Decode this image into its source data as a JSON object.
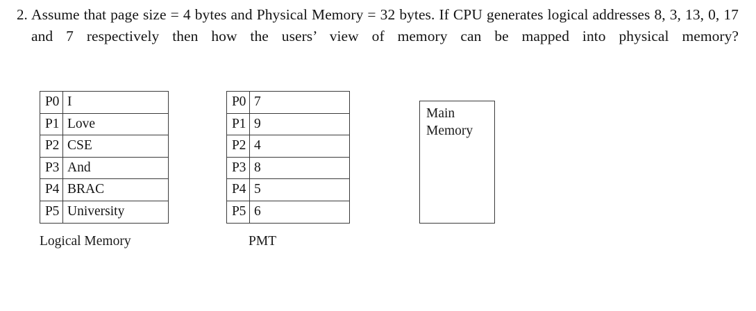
{
  "question": {
    "number": "2.",
    "text": "Assume that page size = 4 bytes and Physical Memory = 32 bytes. If CPU generates logical addresses 8, 3, 13, 0, 17 and 7 respectively then how the users’ view of memory can be mapped into physical memory?"
  },
  "figure": {
    "logical_memory": {
      "caption": "Logical Memory",
      "rows": [
        {
          "page": "P0",
          "value": "I"
        },
        {
          "page": "P1",
          "value": "Love"
        },
        {
          "page": "P2",
          "value": "CSE"
        },
        {
          "page": "P3",
          "value": "And"
        },
        {
          "page": "P4",
          "value": "BRAC"
        },
        {
          "page": "P5",
          "value": "University"
        }
      ]
    },
    "pmt": {
      "caption": "PMT",
      "rows": [
        {
          "page": "P0",
          "value": "7"
        },
        {
          "page": "P1",
          "value": "9"
        },
        {
          "page": "P2",
          "value": "4"
        },
        {
          "page": "P3",
          "value": "8"
        },
        {
          "page": "P4",
          "value": "5"
        },
        {
          "page": "P5",
          "value": "6"
        }
      ]
    },
    "main_memory": {
      "label": "Main Memory"
    }
  }
}
